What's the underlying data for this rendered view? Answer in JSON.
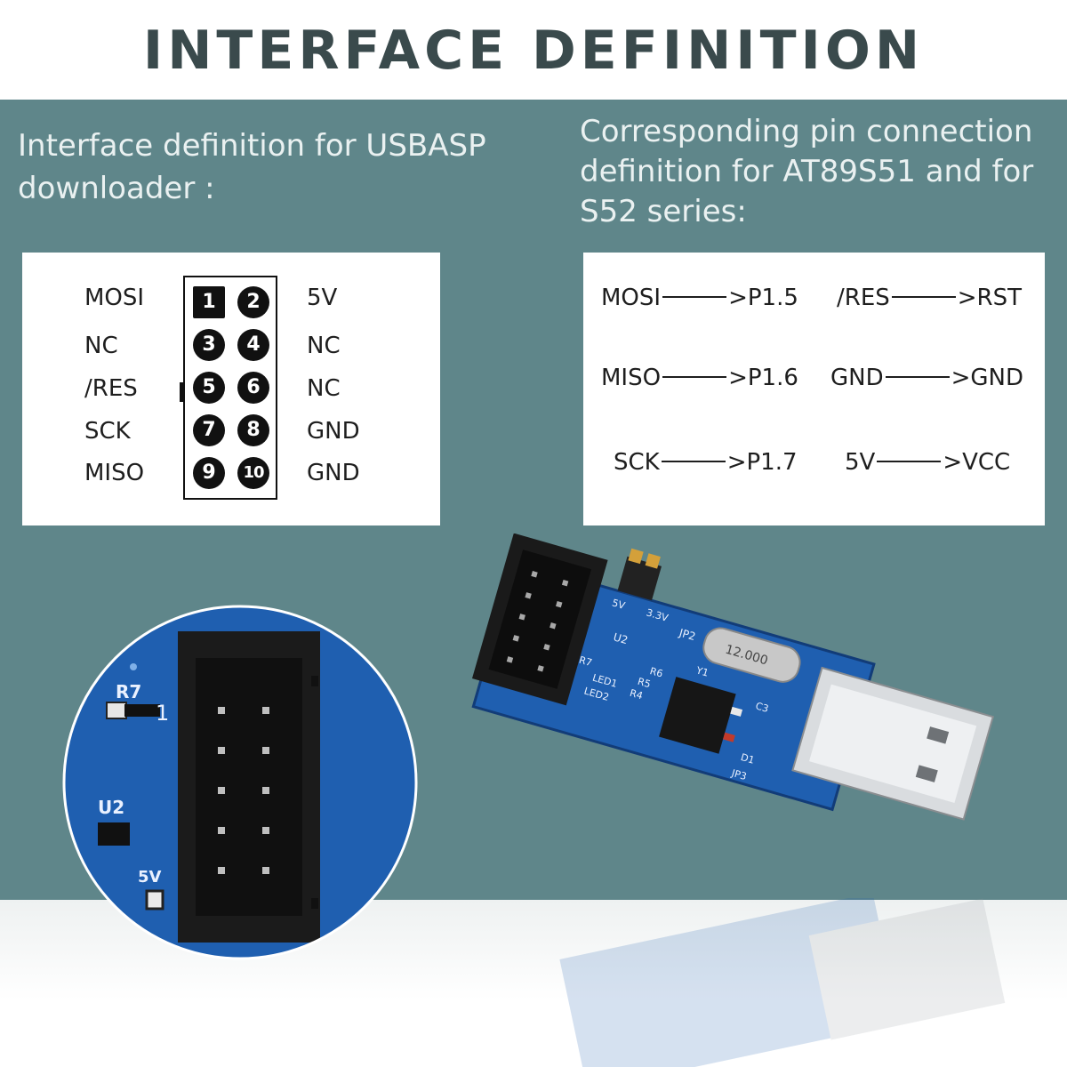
{
  "title": "INTERFACE DEFINITION",
  "left_heading": [
    "Interface definition for USBASP",
    "downloader :"
  ],
  "right_heading": [
    "Corresponding pin connection",
    "definition for AT89S51 and for",
    "S52 series:"
  ],
  "pinout": {
    "left_labels": [
      "MOSI",
      "NC",
      "/RES",
      "SCK",
      "MISO"
    ],
    "right_labels": [
      "5V",
      "NC",
      "NC",
      "GND",
      "GND"
    ],
    "pins": [
      "1",
      "2",
      "3",
      "4",
      "5",
      "6",
      "7",
      "8",
      "9",
      "10"
    ]
  },
  "mapping": [
    {
      "from": "MOSI",
      "to": ">P1.5"
    },
    {
      "from": "/RES",
      "to": ">RST"
    },
    {
      "from": "MISO",
      "to": ">P1.6"
    },
    {
      "from": "GND",
      "to": ">GND"
    },
    {
      "from": "SCK",
      "to": ">P1.7"
    },
    {
      "from": "5V",
      "to": ">VCC"
    }
  ],
  "board_silkscreen": {
    "r7": "R7",
    "u2": "U2",
    "v5": "5V",
    "v33": "3.3V",
    "jp2": "JP2",
    "jp3": "JP3",
    "crystal": "12.000",
    "led1": "LED1",
    "led2": "LED2",
    "r6": "R6",
    "r5": "R5",
    "r4": "R4",
    "c3": "C3",
    "d1": "D1",
    "y1": "Y1",
    "one": "1"
  },
  "colors": {
    "teal": "#5f868a",
    "pcb": "#1f5fb0",
    "title": "#3a4a4c"
  }
}
